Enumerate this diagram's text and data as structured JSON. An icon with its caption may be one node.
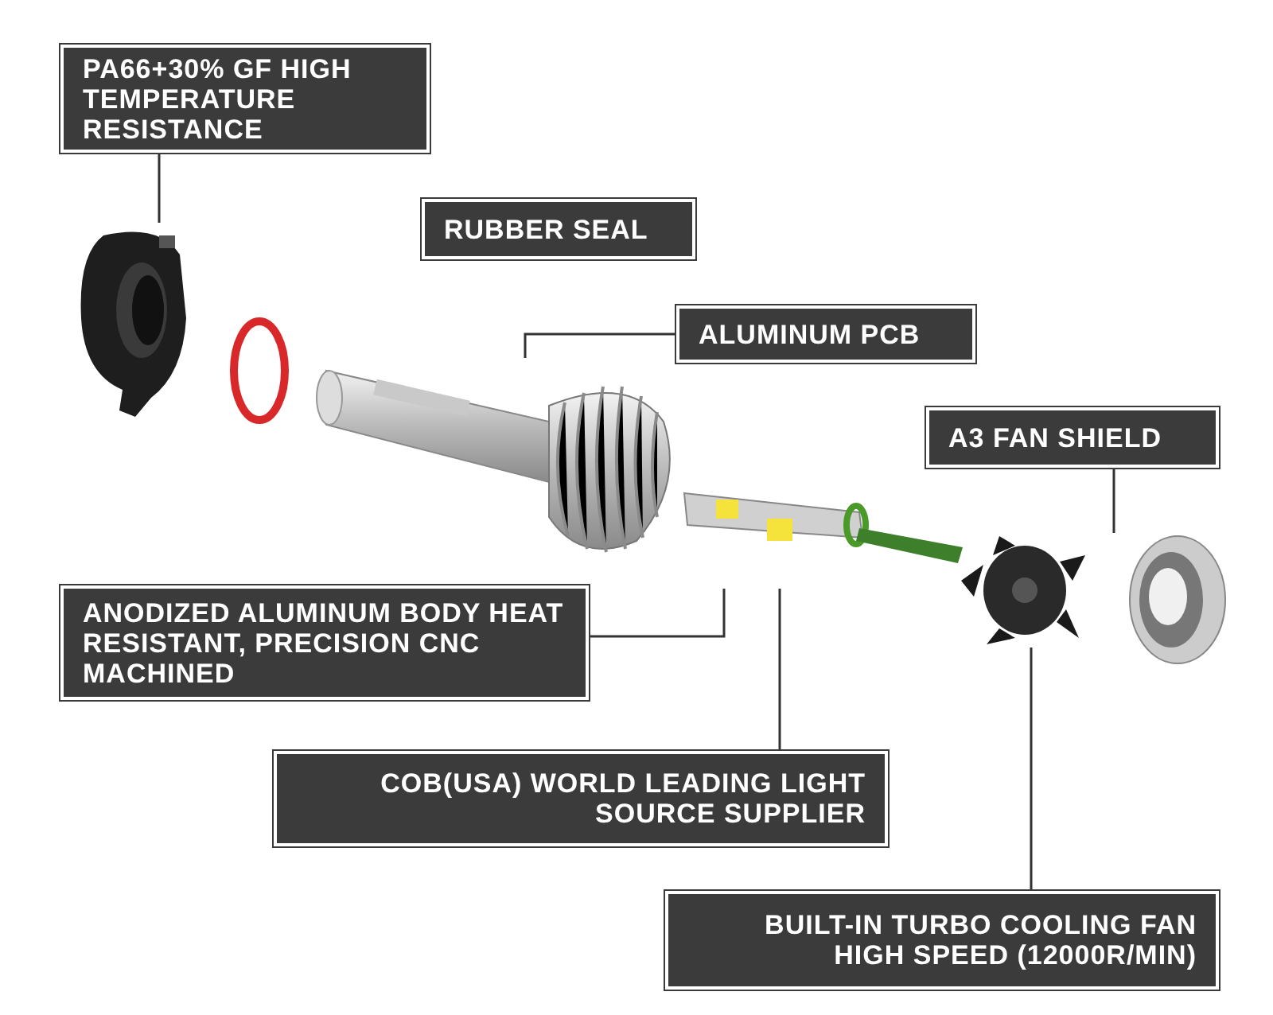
{
  "diagram": {
    "nodes": [
      {
        "text": [
          "PA66+30% GF HIGH TEMPERATURE RESISTANCE"
        ]
      },
      {
        "text": [],
        "shape": "picture"
      },
      {
        "text": [
          "RUBBER SEAL"
        ]
      },
      {
        "text": [],
        "shape": "circle"
      },
      {
        "text": [
          "ALUMINUM PCB"
        ]
      },
      {
        "text": [],
        "shape": "picture"
      },
      {
        "text": [
          "A3 FAN SHIELD"
        ]
      },
      {
        "text": [],
        "shape": "picture"
      },
      {
        "text": [
          "ANODIZED ALUMINUM BODY HEAT RESISTANT, PRECISION CNC MACHINED"
        ]
      },
      {
        "text": [],
        "shape": "picture"
      },
      {
        "text": [
          "COB(USA) WORLD LEADING LIGHT SOURCE SUPPLIER"
        ]
      },
      {
        "text": [],
        "shape": "picture"
      },
      {
        "text": [
          "BUILT-IN TURBO COOLING FAN HIGH SPEED (12000R/MIN)"
        ]
      }
    ],
    "edges": [
      {
        "from": 0,
        "to": 1,
        "arrow": "none"
      },
      {
        "from": 4,
        "to": 5,
        "arrow": "none"
      },
      {
        "from": 6,
        "to": 7,
        "arrow": "none"
      },
      {
        "from": 8,
        "to": 9,
        "arrow": "none"
      },
      {
        "from": 10,
        "to": 9,
        "arrow": "none"
      },
      {
        "from": 12,
        "to": 11,
        "arrow": "none"
      }
    ]
  }
}
